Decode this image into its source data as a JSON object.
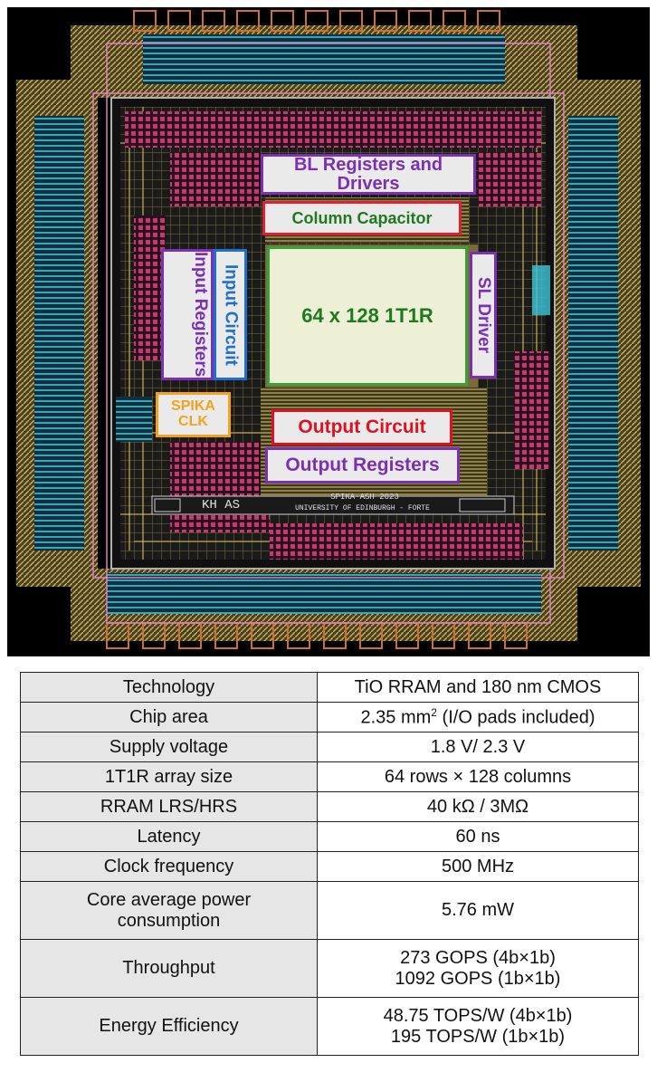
{
  "layout_labels": {
    "bl_registers": "BL Registers and Drivers",
    "column_capacitor": "Column Capacitor",
    "input_registers": "Input Registers",
    "input_circuit": "Input Circuit",
    "array": "64 x 128 1T1R",
    "sl_driver": "SL Driver",
    "spika_clk": "SPIKA CLK",
    "output_circuit": "Output Circuit",
    "output_registers": "Output Registers",
    "marking_1": "KH AS",
    "marking_2": "SPIKA-ASH 2023",
    "marking_3": "UNIVERSITY OF EDINBURGH - FORTE"
  },
  "colors": {
    "purple": "#7a2fb5",
    "green_text": "#1e7a1e",
    "blue_text": "#1f6fd0",
    "red_text": "#e01020",
    "orange": "#f3a31b"
  },
  "specs": {
    "rows": [
      {
        "key": "Technology",
        "value": "TiO RRAM and 180 nm CMOS"
      },
      {
        "key": "Chip area",
        "value_pre": "2.35 mm",
        "value_sup": "2",
        "value_post": " (I/O pads included)"
      },
      {
        "key": "Supply voltage",
        "value": "1.8 V/ 2.3 V"
      },
      {
        "key": "1T1R array size",
        "value": "64 rows × 128 columns"
      },
      {
        "key": "RRAM LRS/HRS",
        "value": "40 kΩ / 3MΩ"
      },
      {
        "key": "Latency",
        "value": "60 ns"
      },
      {
        "key": "Clock frequency",
        "value": "500 MHz"
      },
      {
        "key_l1": "Core average power",
        "key_l2": "consumption",
        "value": "5.76 mW"
      },
      {
        "key": "Throughput",
        "value_l1": "273 GOPS (4b×1b)",
        "value_l2": "1092 GOPS (1b×1b)"
      },
      {
        "key": "Energy Efficiency",
        "value_l1": "48.75 TOPS/W (4b×1b)",
        "value_l2": "195 TOPS/W (1b×1b)"
      }
    ]
  }
}
